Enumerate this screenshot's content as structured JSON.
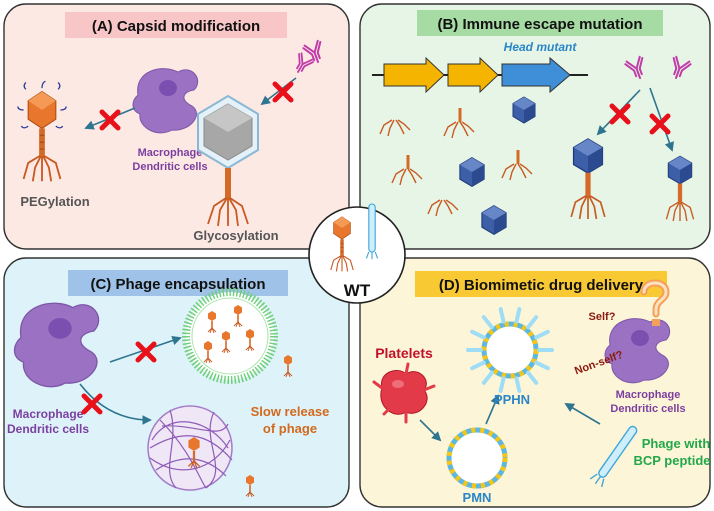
{
  "panels": {
    "a": {
      "title": "(A) Capsid modification",
      "cells_label_line1": "Macrophage",
      "cells_label_line2": "Dendritic cells",
      "pegylation": "PEGylation",
      "glycosylation": "Glycosylation",
      "fill": "#fde9e3",
      "header_fill": "#f8c6c6"
    },
    "b": {
      "title": "(B) Immune escape mutation",
      "head_mutant": "Head mutant",
      "fill": "#e6f5e6",
      "header_fill": "#a6dba4"
    },
    "c": {
      "title": "(C) Phage encapsulation",
      "cells_label_line1": "Macrophage",
      "cells_label_line2": "Dendritic cells",
      "slow_release_line1": "Slow release",
      "slow_release_line2": "of phage",
      "fill": "#ddf3f9",
      "header_fill": "#9fc3e8"
    },
    "d": {
      "title": "(D) Biomimetic drug delivery",
      "platelets": "Platelets",
      "pmn": "PMN",
      "pphn": "PPHN",
      "self": "Self?",
      "non_self": "Non-self?",
      "cells_label_line1": "Macrophage",
      "cells_label_line2": "Dendritic cells",
      "phage_with_line1": "Phage with",
      "phage_with_line2": "BCP peptide",
      "fill": "#fdf5d8",
      "header_fill": "#f9c933"
    }
  },
  "center": {
    "label": "WT"
  },
  "colors": {
    "cell": "#9b72c3",
    "cell_nucleus": "#7a4fb0",
    "phage": "#e8762c",
    "block_x": "#e8101a",
    "arrow": "#2f7590",
    "label_purple": "#7b3fa0",
    "label_orange": "#d2691e",
    "label_blue": "#2a86c8",
    "label_green": "#22a84a",
    "label_red": "#c0102a",
    "platelet": "#e23a48",
    "gene_yellow": "#f5b400",
    "gene_blue": "#3f8ed8",
    "capsid_blue": "#3d5fa8",
    "antibody": "#c03ca8"
  },
  "icons": [
    "macrophage-icon",
    "phage-icon",
    "antibody-icon",
    "block-x-icon",
    "capsid-icon",
    "gene-arrow-icon",
    "platelet-icon",
    "nanoparticle-icon",
    "filamentous-phage-icon",
    "question-icon"
  ]
}
